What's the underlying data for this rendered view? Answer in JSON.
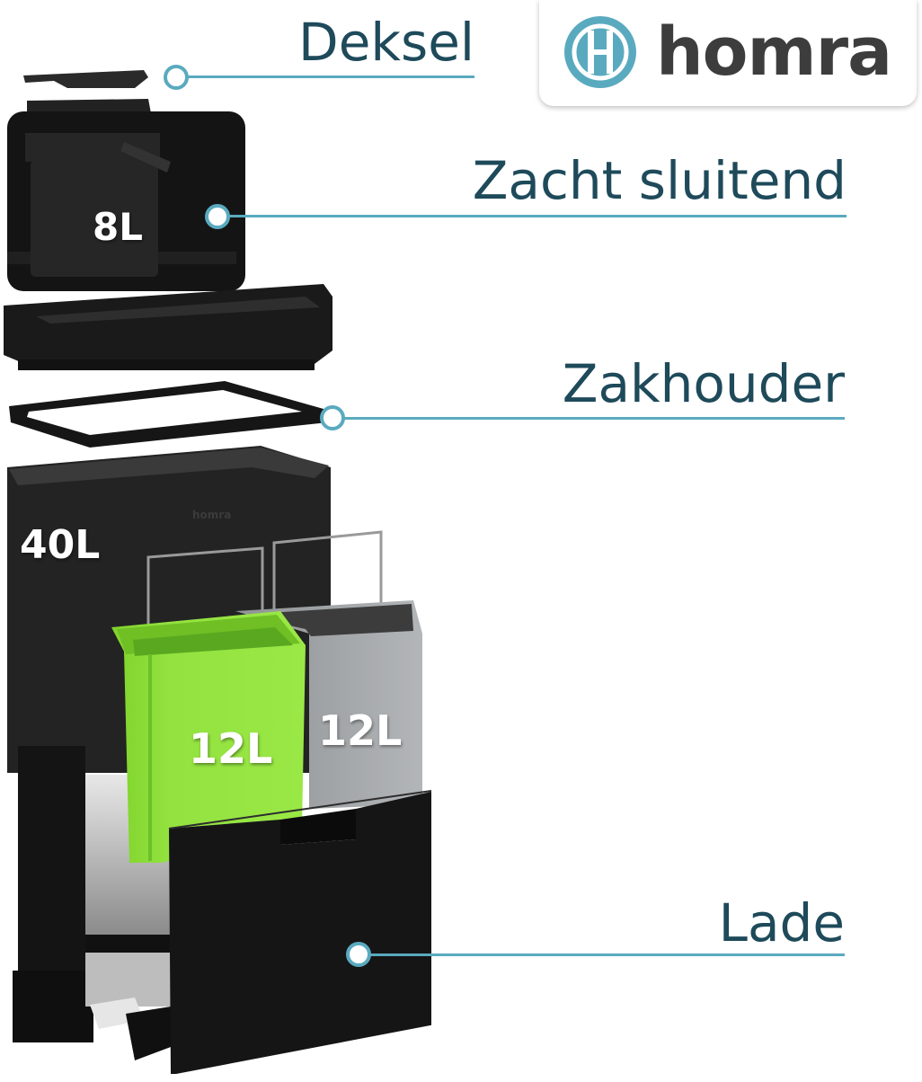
{
  "brand": {
    "name": "homra",
    "logo_icon": "homra-h-circle-icon",
    "logo_color": "#5aaabf",
    "text_color": "#3d3d3d"
  },
  "callouts": [
    {
      "label": "Deksel"
    },
    {
      "label": "Zacht sluitend"
    },
    {
      "label": "Zakhouder"
    },
    {
      "label": "Lade"
    }
  ],
  "capacities": {
    "inner_bucket": "8L",
    "main_bin": "40L",
    "green_bin": "12L",
    "grey_bin": "12L"
  },
  "bin_embossed_logo": "homra",
  "colors": {
    "callout_text": "#1e4a5a",
    "callout_line": "#5aaabf",
    "bin_body": "#1c1c1c",
    "green_bin": "#8fe03a",
    "grey_bin": "#a9acae"
  }
}
